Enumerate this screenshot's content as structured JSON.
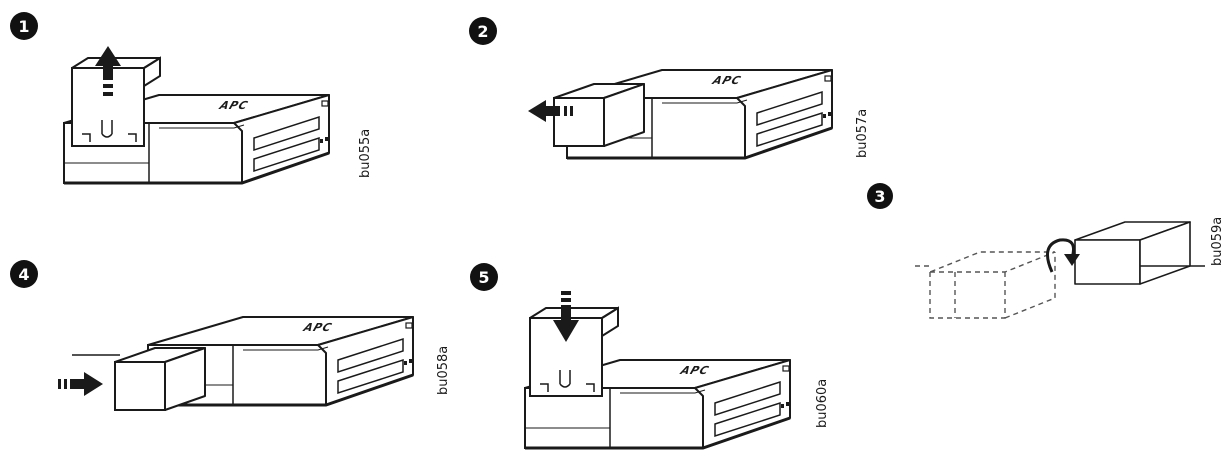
{
  "steps": [
    {
      "number": "1",
      "figure_code": "bu055a"
    },
    {
      "number": "2",
      "figure_code": "bu057a"
    },
    {
      "number": "3",
      "figure_code": "bu059a"
    },
    {
      "number": "4",
      "figure_code": "bu058a"
    },
    {
      "number": "5",
      "figure_code": "bu060a"
    }
  ],
  "logo_text": "APC",
  "colors": {
    "ink": "#1a1a1a",
    "badge": "#111111",
    "dashed": "#555555",
    "background": "#ffffff"
  },
  "icons": [
    "arrow-up-icon",
    "arrow-left-icon",
    "arrow-right-icon",
    "arrow-down-icon",
    "rotate-arrow-icon"
  ]
}
